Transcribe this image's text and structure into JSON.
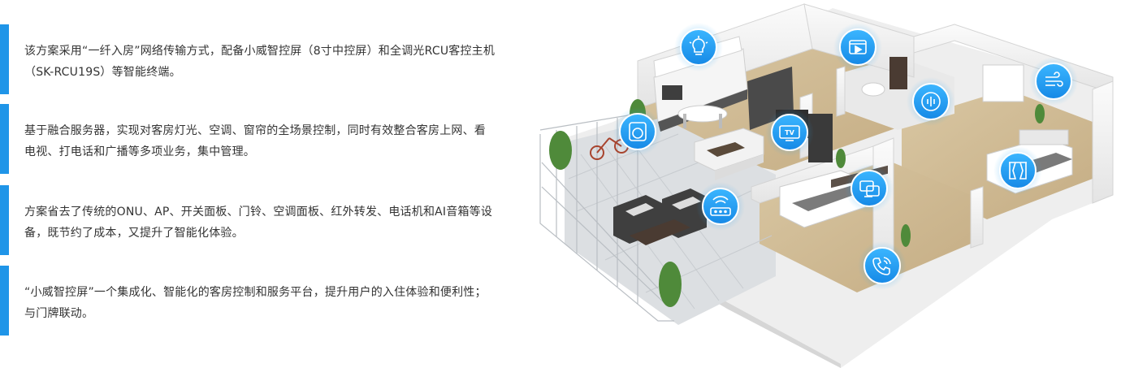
{
  "features": [
    {
      "text": "该方案采用“一纤入房”网络传输方式，配备小威智控屏（8寸中控屏）和全调光RCU客控主机（SK-RCU19S）等智能终端。"
    },
    {
      "text": "基于融合服务器，实现对客房灯光、空调、窗帘的全场景控制，同时有效整合客房上网、看电视、打电话和广播等多项业务，集中管理。"
    },
    {
      "text": "方案省去了传统的ONU、AP、开关面板、门铃、空调面板、红外转发、电话机和AI音箱等设备，既节约了成本，又提升了智能化体验。"
    },
    {
      "text": "“小威智控屏”一个集成化、智能化的客房控制和服务平台，提升用户的入住体验和便利性；与门牌联动。"
    }
  ],
  "floorplan": {
    "icons": [
      {
        "name": "lightbulb-icon"
      },
      {
        "name": "media-player-icon"
      },
      {
        "name": "voice-assistant-icon"
      },
      {
        "name": "air-conditioner-icon"
      },
      {
        "name": "washing-machine-icon"
      },
      {
        "name": "tv-icon"
      },
      {
        "name": "curtain-icon"
      },
      {
        "name": "router-icon"
      },
      {
        "name": "message-icon"
      },
      {
        "name": "phone-icon"
      }
    ],
    "colors": {
      "accent": "#1f95e8",
      "icon_glow": "#2aa6f2"
    },
    "tv_glyph": "TV"
  }
}
